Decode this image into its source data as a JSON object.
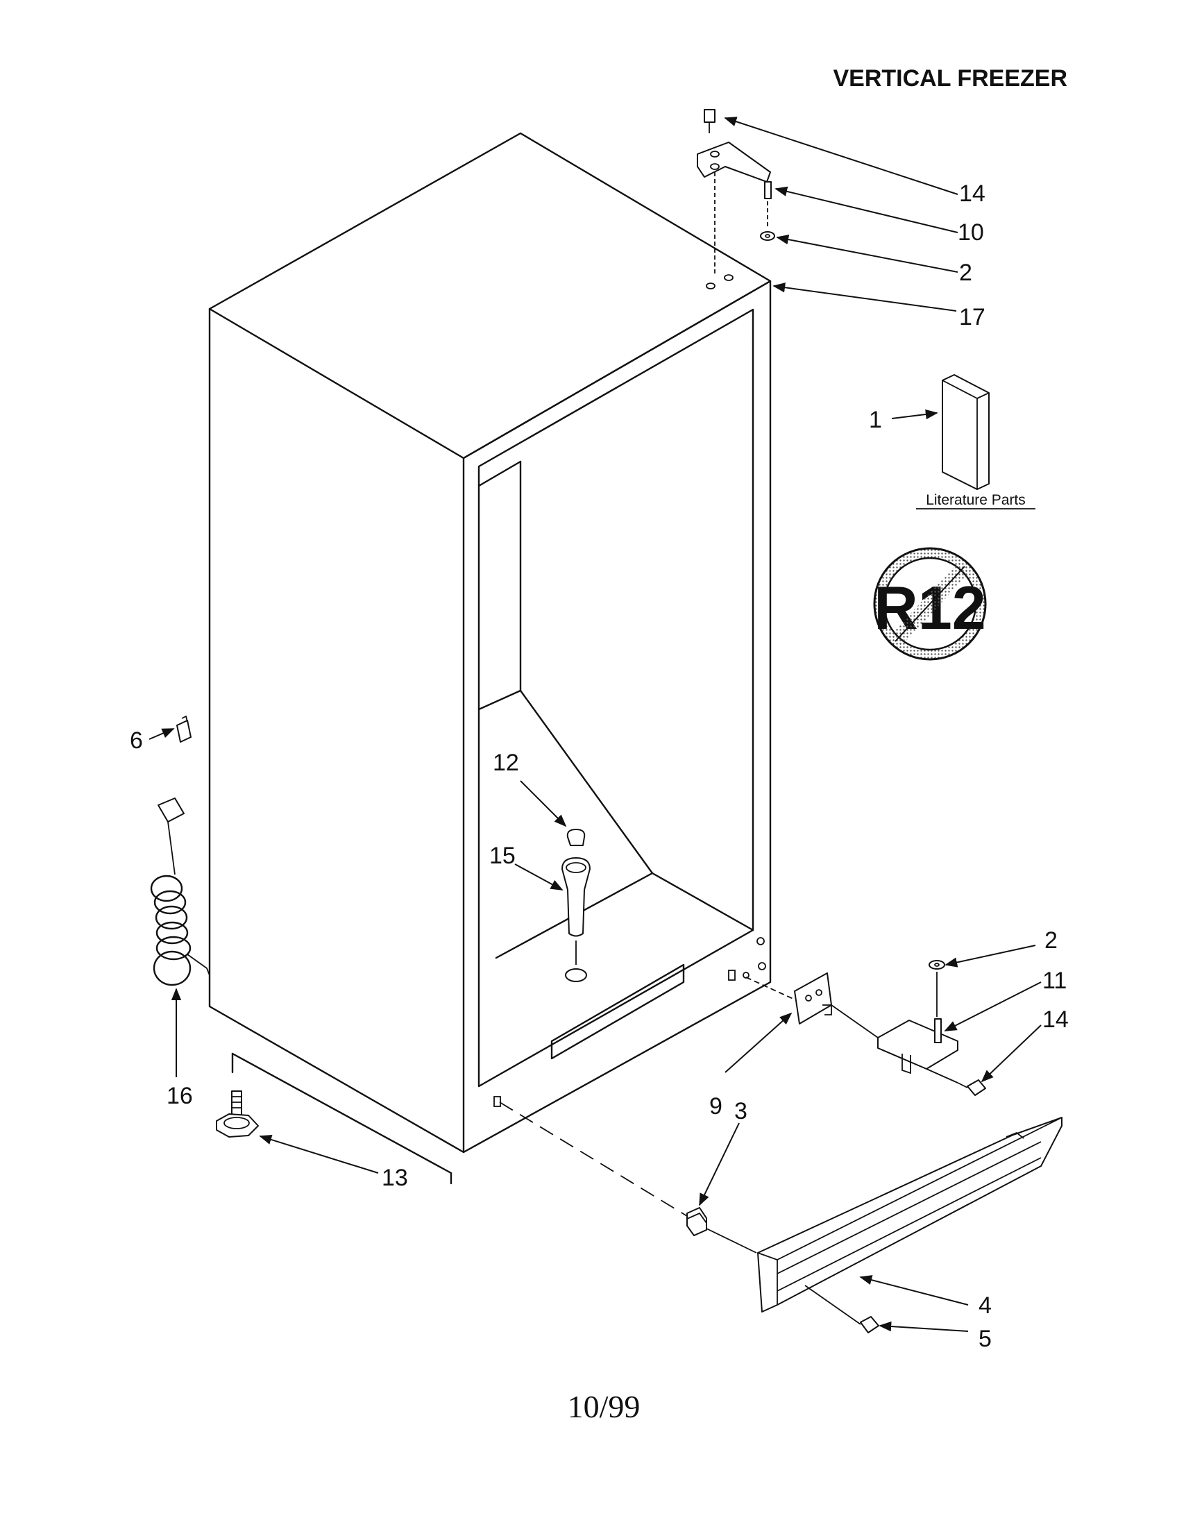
{
  "title": "VERTICAL FREEZER",
  "literature_label": "Literature Parts",
  "badge_text": "R12",
  "footer": "10/99",
  "callouts": {
    "c14a": "14",
    "c10": "10",
    "c2a": "2",
    "c17": "17",
    "c1": "1",
    "c6": "6",
    "c12": "12",
    "c15": "15",
    "c16": "16",
    "c13": "13",
    "c2b": "2",
    "c11": "11",
    "c14b": "14",
    "c9": "9",
    "c3": "3",
    "c4": "4",
    "c5": "5"
  }
}
